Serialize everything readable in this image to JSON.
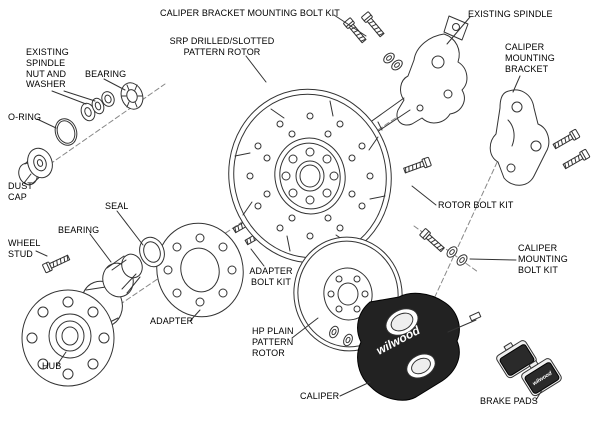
{
  "diagram": {
    "labels": {
      "caliper_bracket_mounting_bolt_kit": "CALIPER BRACKET MOUNTING BOLT KIT",
      "existing_spindle": "EXISTING SPINDLE",
      "srp_rotor": "SRP DRILLED/SLOTTED\nPATTERN ROTOR",
      "caliper_mounting_bracket": "CALIPER\nMOUNTING\nBRACKET",
      "existing_spindle_nut_and_washer": "EXISTING\nSPINDLE\nNUT AND\nWASHER",
      "bearing_upper": "BEARING",
      "o_ring": "O-RING",
      "dust_cap": "DUST\nCAP",
      "seal": "SEAL",
      "bearing_lower": "BEARING",
      "wheel_stud": "WHEEL\nSTUD",
      "hub": "HUB",
      "adapter": "ADAPTER",
      "adapter_bolt_kit": "ADAPTER\nBOLT KIT",
      "rotor_bolt_kit": "ROTOR BOLT KIT",
      "caliper_mounting_bolt_kit": "CALIPER\nMOUNTING\nBOLT KIT",
      "hp_plain_pattern_rotor": "HP PLAIN\nPATTERN\nROTOR",
      "caliper": "CALIPER",
      "brake_pads": "BRAKE PADS"
    },
    "logos": {
      "caliper_logo": "wilwood",
      "brake_pad_logo": "wilwood"
    },
    "colors": {
      "line": "#333333",
      "label_text": "#000000",
      "caliper_body": "#222222",
      "pad_friction": "#2a2a2a",
      "background": "#ffffff"
    }
  }
}
